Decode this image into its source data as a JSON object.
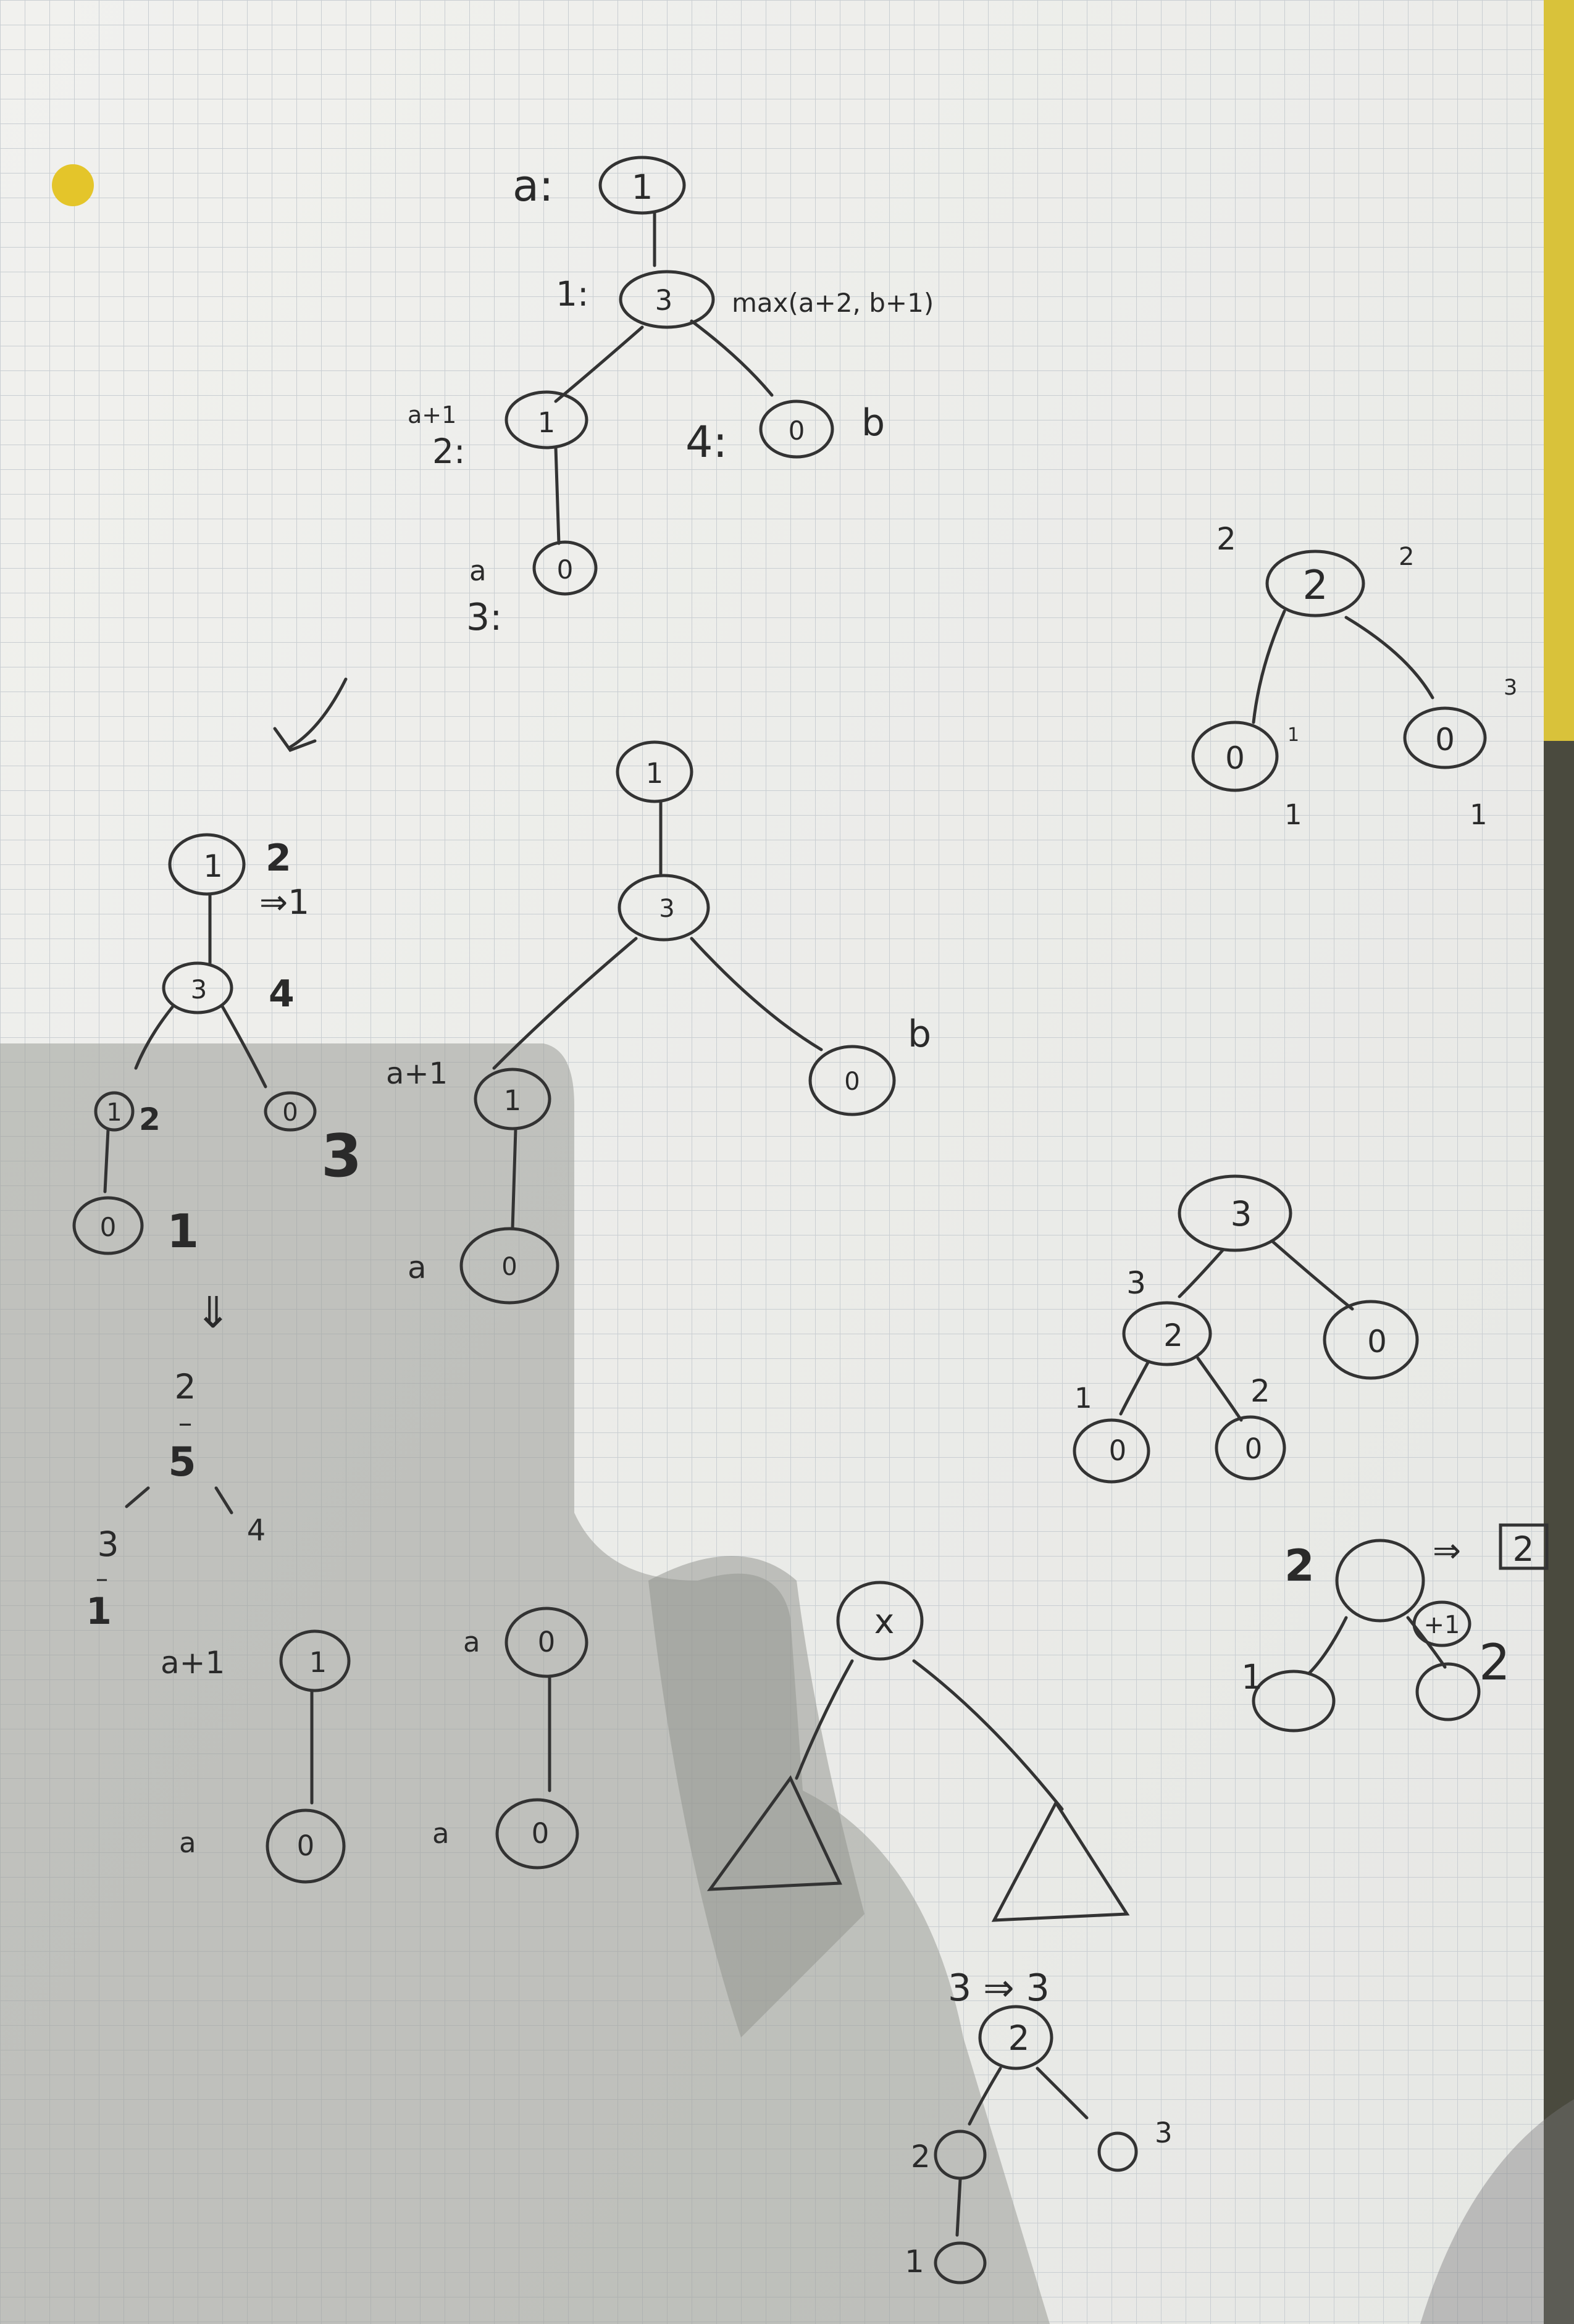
{
  "photo": {
    "top_tree": {
      "label_a": "a:",
      "root": "1",
      "label_1": "1:",
      "mid": "3",
      "mid_expr": "max(a+2, b+1)",
      "left_label_top": "a+1",
      "left_label_num": "2:",
      "left": "1",
      "right_label": "4:",
      "right": "0",
      "right_var": "b",
      "bottom_label_a": "a",
      "bottom_label_num": "3:",
      "bottom": "0"
    },
    "right_top_tree": {
      "root": "2",
      "root_left": "2",
      "root_right": "2",
      "left": "0",
      "left_small": "1",
      "left_below": "1",
      "right": "0",
      "right_small": "3",
      "right_below": "1"
    },
    "arrow_mid": "⇓",
    "left_tree": {
      "root": "1",
      "note_a": "2",
      "note_b": "⇒1",
      "mid": "3",
      "mid_note": "4",
      "left": "1",
      "left_note": "2",
      "right": "0",
      "right_note": "3",
      "bottom": "0",
      "bottom_note": "1"
    },
    "center_tree": {
      "root": "1",
      "mid": "3",
      "left_label": "a+1",
      "left": "1",
      "right": "0",
      "right_label": "b",
      "bottom_label": "a",
      "bottom": "0"
    },
    "down_arrow": "⇓",
    "number_tree": {
      "top": "2",
      "dash": "–",
      "mid": "5",
      "left": "3",
      "right": "4",
      "left_dash": "–",
      "bottom": "1"
    },
    "right_mid_tree": {
      "root": "3",
      "left_label": "3",
      "left": "2",
      "right": "0",
      "ll_label": "1",
      "ll": "0",
      "lr_label": "2",
      "lr": "0"
    },
    "right_small_tree": {
      "root_note": "2",
      "arrow": "⇒",
      "boxed": "2",
      "plus": "+1",
      "left_label": "1",
      "right_label": "2"
    },
    "small_pair_left": {
      "top_label": "a+1",
      "top": "1",
      "bottom_label": "a",
      "bottom": "0"
    },
    "small_pair_right": {
      "top_label": "a",
      "top": "0",
      "bottom_label": "a",
      "bottom": "0"
    },
    "x_tree": {
      "root": "x"
    },
    "bottom_tree": {
      "top_note": "3 ⇒ 3",
      "root": "2",
      "left_label": "2",
      "right_label": "3",
      "bottom_label": "1"
    }
  }
}
